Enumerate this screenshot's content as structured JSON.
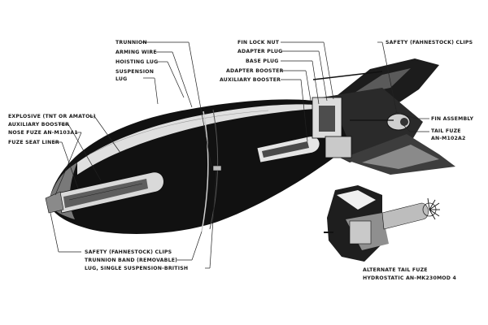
{
  "labels": {
    "trunnion": "TRUNNION",
    "arming_wire": "ARMING WIRE",
    "hoisting_lug": "HOISTING LUG",
    "suspension_lug_1": "SUSPENSION",
    "suspension_lug_2": "LUG",
    "explosive": "EXPLOSIVE (TNT OR AMATOL)",
    "aux_booster_left": "AUXILIARY BOOSTER",
    "nose_fuze": "NOSE FUZE AN-M103A1",
    "fuze_seat_liner": "FUZE SEAT LINER",
    "fin_lock_nut": "FIN LOCK NUT",
    "adapter_plug": "ADAPTER PLUG",
    "base_plug": "BASE PLUG",
    "adapter_booster": "ADAPTER BOOSTER",
    "aux_booster_right": "AUXILIARY BOOSTER",
    "safety_clips_top": "SAFETY (FAHNESTOCK) CLIPS",
    "fin_assembly": "FIN ASSEMBLY",
    "tail_fuze_1": "TAIL FUZE",
    "tail_fuze_2": "AN-M102A2",
    "safety_clips_bottom": "SAFETY (FAHNESTOCK) CLIPS",
    "trunnion_band": "TRUNNION BAND (REMOVABLE)",
    "lug_single": "LUG, SINGLE SUSPENSION-BRITISH",
    "alt_tail_fuze_1": "ALTERNATE TAIL FUZE",
    "alt_tail_fuze_2": "HYDROSTATIC AN-MK230MOD 4"
  }
}
